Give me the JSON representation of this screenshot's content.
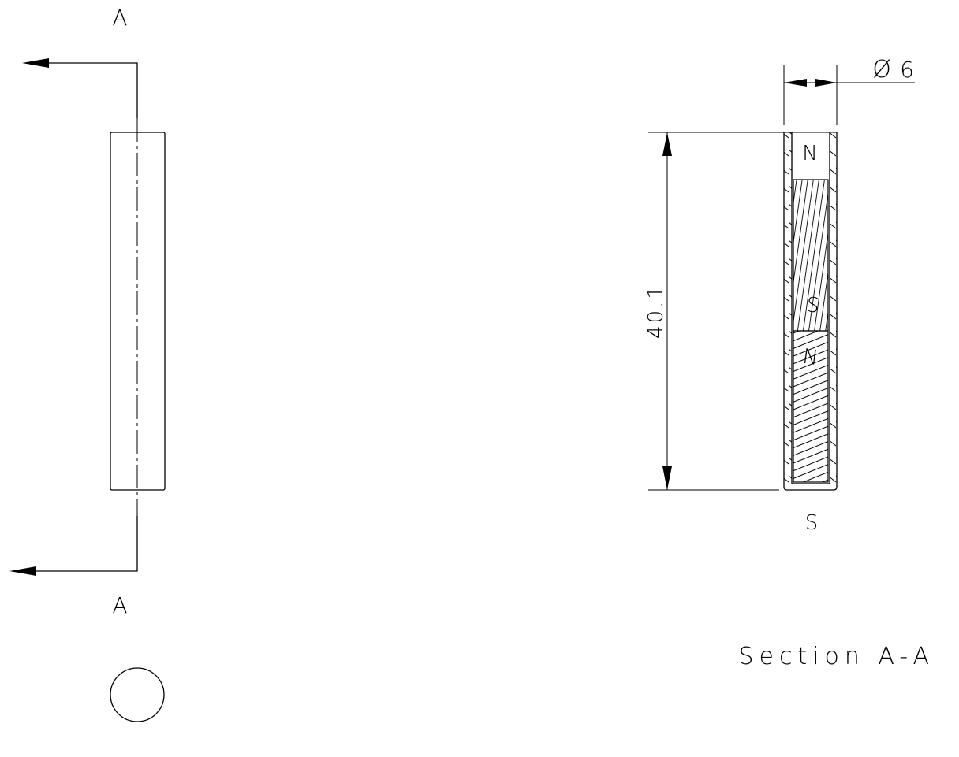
{
  "drawing": {
    "section_marker_top": "A",
    "section_marker_bottom": "A",
    "diameter_symbol": "Ø",
    "diameter_value": "6",
    "length_dimension": "40.1",
    "pole_top_label": "N",
    "magnet_upper_pole": "S",
    "magnet_lower_pole": "N",
    "pole_bottom_label": "S",
    "section_title": "Section A-A"
  }
}
